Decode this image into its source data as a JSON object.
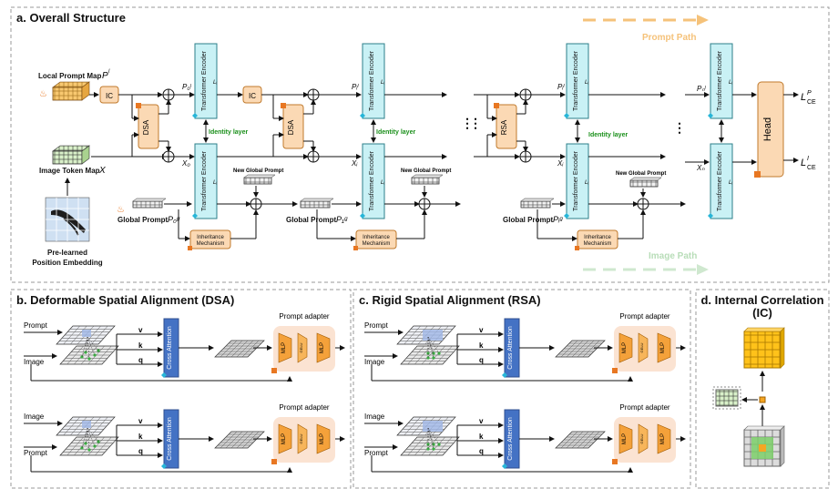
{
  "panels": {
    "a": {
      "title": "a. Overall Structure"
    },
    "b": {
      "title": "b. Deformable Spatial Alignment (DSA)"
    },
    "c": {
      "title": "c. Rigid Spatial Alignment (RSA)"
    },
    "d": {
      "title": "d. Internal Correlation",
      "title2": "(IC)"
    }
  },
  "overall": {
    "prompt_path": "Prompt Path",
    "image_path": "Image Path",
    "local_prompt_map": "Local Prompt Map",
    "local_prompt_sym": "P",
    "local_prompt_sup": "l",
    "image_token_map": "Image Token Map",
    "image_token_sym": "X",
    "pos_embed_line1": "Pre-learned",
    "pos_embed_line2": "Position Embedding",
    "global_prompt": "Global Prompt",
    "new_global_prompt": "New Global Prompt",
    "identity_layer": "Identity layer",
    "inheritance_line1": "Inheritance",
    "inheritance_line2": "Mechanism",
    "transformer_encoder": "Transformer Encoder",
    "ic": "IC",
    "dsa": "DSA",
    "rsa": "RSA",
    "head": "Head",
    "p0l": "P₀ˡ",
    "x0": "X₀",
    "pil": "Pᵢˡ",
    "xi": "Xᵢ",
    "pnl": "Pₙˡ",
    "xn": "Xₙ",
    "p0g": "P₀ᵍ",
    "p1g": "P₁ᵍ",
    "pig": "Pᵢᵍ",
    "loss_p": "L",
    "loss_p_sup": "P",
    "loss_p_sub": "CE",
    "loss_i": "L",
    "loss_i_sup": "I",
    "loss_i_sub": "CE",
    "li": "Lᵢ",
    "dots": "⋮"
  },
  "alignment": {
    "prompt": "Prompt",
    "image": "Image",
    "v": "v",
    "k": "k",
    "q": "q",
    "cross_attention": "Cross Attention",
    "prompt_adapter": "Prompt adapter",
    "mlp": "MLP",
    "gelu": "GELU"
  },
  "colors": {
    "encoder_fill": "#c9f1f5",
    "encoder_stroke": "#2c7f8a",
    "module_fill": "#fbd9b4",
    "module_stroke": "#c07a2d",
    "cross_attn": "#4472c4",
    "adapter_bg": "#fbe3d2",
    "mlp_fill": "#f4a13a",
    "frozen_marker": "#e87722",
    "trainable_marker": "#27b6d8"
  }
}
